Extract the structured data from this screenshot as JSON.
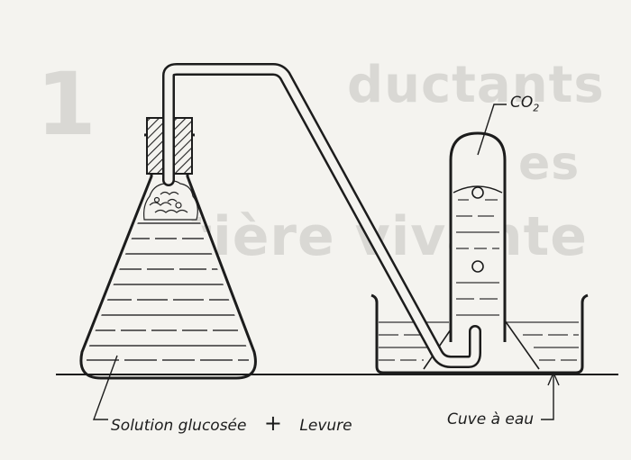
{
  "labels": {
    "gas": "CO",
    "gas_subscript": "2",
    "solution": "Solution glucosée",
    "plus": "+",
    "yeast": "Levure",
    "tub": "Cuve à eau"
  }
}
